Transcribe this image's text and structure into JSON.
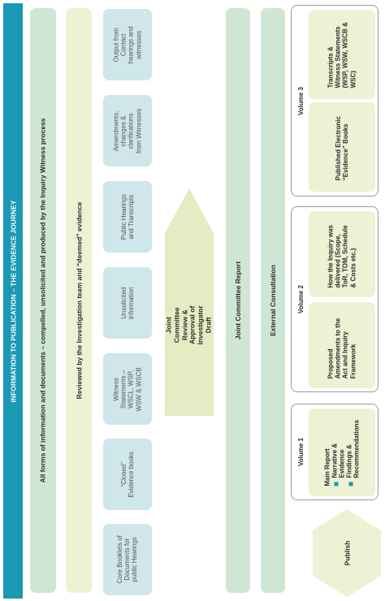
{
  "title": "INFORMATION TO PUBLICATION – THE EVIDENCE JOURNEY",
  "row_all_forms": "All forms of information and documents – compelled, unsolicited and produced by the Inquiry Witness process",
  "row_reviewed": "Reviewed by the Investigation team and “deemed” evidence",
  "evidence_boxes": [
    "Core Booklets of Documents for public Hearings",
    "“Closed” Evidence books",
    "Witness Statements – WSCL, WSP, WSW & WSCB",
    "Unsolicited information",
    "Public Hearings and Transcripts",
    "Amendments, changes & clarifications from Witnesses",
    "Output from Contact hearings and witnesses"
  ],
  "arrow_text": "Joint Committee Review & Approval of Investigator Draft",
  "row_joint_report": "Joint Committee Report",
  "row_external": "External Consultation",
  "publish": "Publish",
  "volumes": [
    {
      "label": "Volume 1",
      "main_report": "Main Report",
      "bullets": [
        "Narrative & Evidence",
        "Findings & Recommendations"
      ]
    },
    {
      "label": "Volume 2",
      "items": [
        "Proposed Amendments to the Act and Inquiry Framework",
        "How the Inquiry was delivered (Scope, ToR, TOM, Schedule & Costs etc.)"
      ]
    },
    {
      "label": "Volume 3",
      "items": [
        "Published Electronic “Evidence” Books",
        "Transcripts & Witness Statements (WSP, WSW, WSCB & WSC)"
      ]
    }
  ],
  "colors": {
    "teal": "#1b98b4",
    "green": "#cfe6d4",
    "lime": "#eef2d4",
    "blue": "#cfe6ea",
    "arrow": "#e6ebc3"
  }
}
